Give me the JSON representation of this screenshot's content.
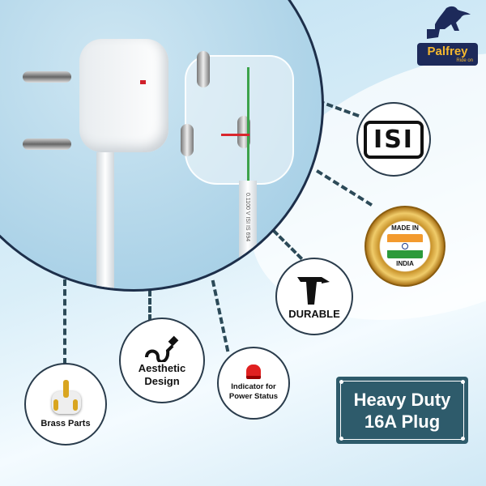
{
  "brand": {
    "name": "Palfrey",
    "tagline": "Ride on"
  },
  "cable_marking": "0.1100 V ISI IS 694",
  "features": [
    {
      "id": "isi",
      "label": "ISI"
    },
    {
      "id": "made-in-india",
      "top": "MADE IN",
      "bottom": "INDIA"
    },
    {
      "id": "durable",
      "label": "DURABLE"
    },
    {
      "id": "indicator",
      "label": "Indicator for Power Status"
    },
    {
      "id": "aesthetic",
      "label": "Aesthetic Design"
    },
    {
      "id": "brass",
      "label": "Brass Parts"
    }
  ],
  "badge": {
    "line1": "Heavy Duty",
    "line2": "16A Plug"
  },
  "colors": {
    "navy": "#1d2f4a",
    "teal": "#2e5b6b",
    "gold": "#f5b82e"
  }
}
